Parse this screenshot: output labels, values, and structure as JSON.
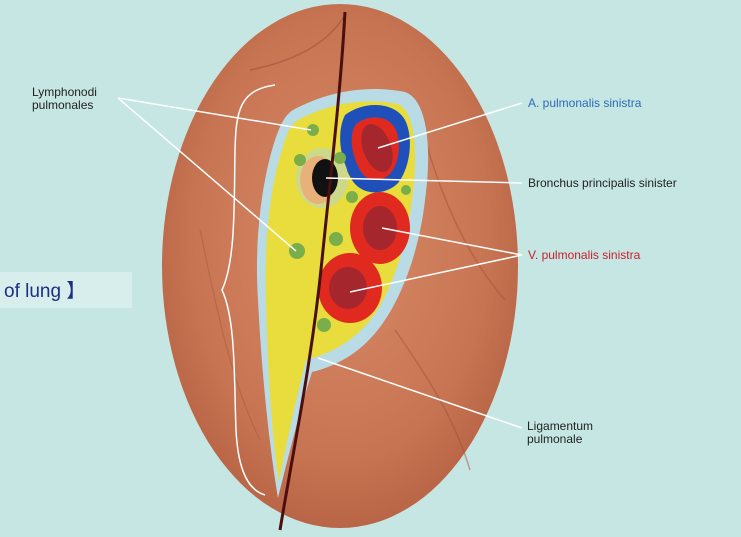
{
  "section_tab": {
    "text": "of lung 】"
  },
  "labels": {
    "lymphonodi_line1": "Lymphonodi",
    "lymphonodi_line2": "pulmonales",
    "a_pulmonalis": "A. pulmonalis sinistra",
    "bronchus": "Bronchus principalis sinister",
    "v_pulmonalis": "V. pulmonalis sinistra",
    "ligamentum_line1": "Ligamentum",
    "ligamentum_line2": "pulmonale"
  },
  "colors": {
    "background": "#c6e6e3",
    "lung_surface": "#c97a5a",
    "hilum_fill": "#e8dd3c",
    "hilum_border": "#b9dbe6",
    "artery": "#1f4fb8",
    "vein": "#e02a20",
    "vessel_lumen": "#a5262c",
    "bronchus": "#111111",
    "lymph_node": "#7aae4a",
    "artery_label": "#2b6cb5",
    "vein_label": "#c8202c",
    "tab_text": "#1e2f82"
  }
}
